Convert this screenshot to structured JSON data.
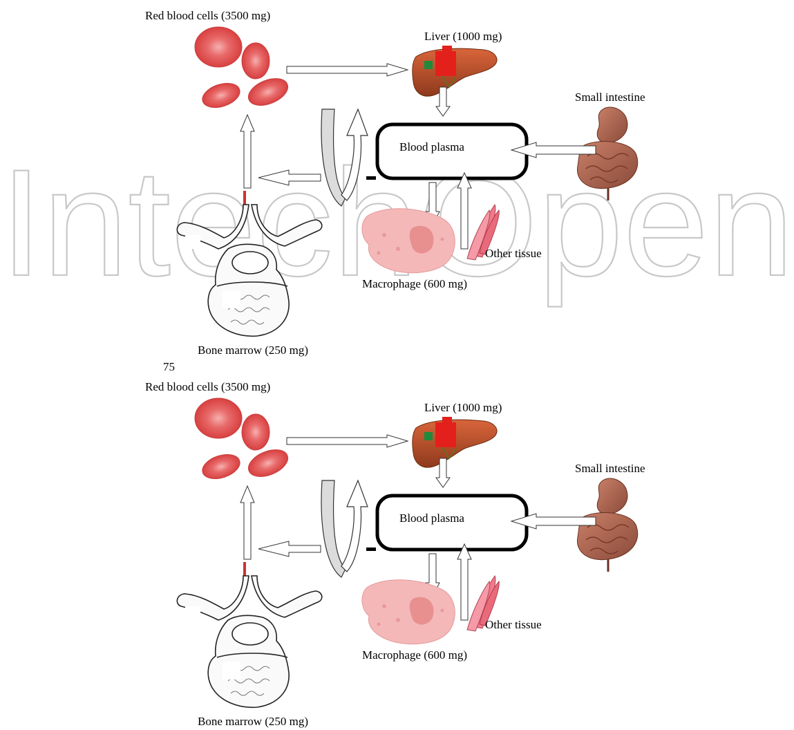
{
  "watermark": {
    "text": "IntechOpen"
  },
  "page_number": "75",
  "colors": {
    "rbc": "#e85a5a",
    "liver": "#c0502a",
    "tissue": "#f3b6b6",
    "intestine": "#b8705a",
    "bone_line": "#222222",
    "arrow_fill": "#ffffff",
    "bar_fill": "#dcdcdc"
  },
  "diagrams": [
    {
      "labels": {
        "rbc": "Red blood cells (3500 mg)",
        "liver": "Liver (1000 mg)",
        "intestine": "Small intestine",
        "plasma": "Blood plasma",
        "macrophage": "Macrophage (600 mg)",
        "other": "Other tissue",
        "marrow": "Bone marrow (250 mg)"
      }
    },
    {
      "labels": {
        "rbc": "Red blood cells (3500 mg)",
        "liver": "Liver (1000 mg)",
        "intestine": "Small intestine",
        "plasma": "Blood plasma",
        "macrophage": "Macrophage (600 mg)",
        "other": "Other tissue",
        "marrow": "Bone marrow (250 mg)"
      }
    }
  ]
}
